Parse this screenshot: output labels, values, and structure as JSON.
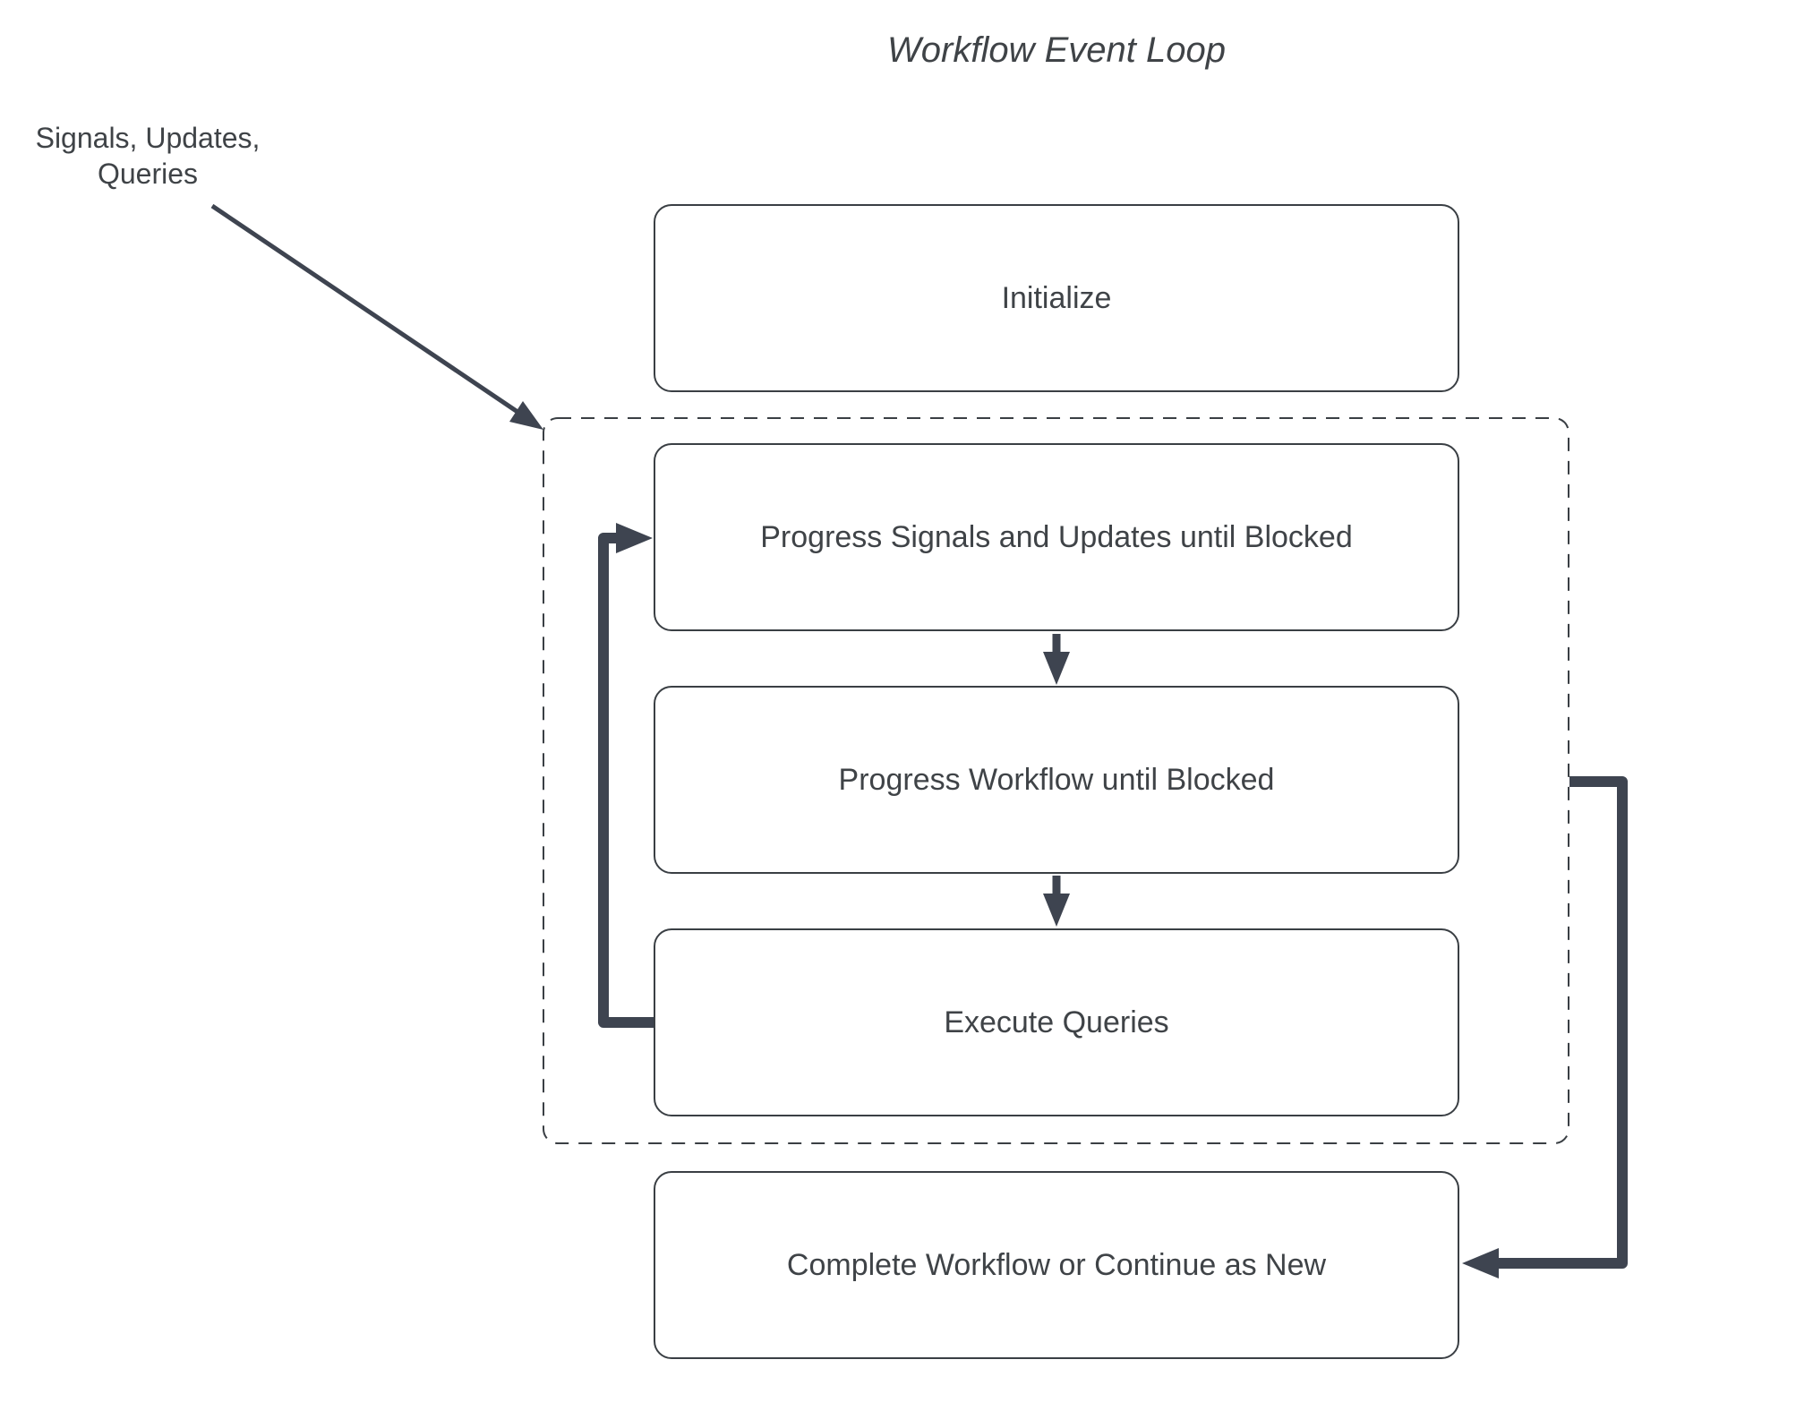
{
  "title": "Workflow Event Loop",
  "floating_label": "Signals, Updates,\nQueries",
  "boxes": {
    "initialize": "Initialize",
    "progress_signals": "Progress Signals and Updates until Blocked",
    "progress_workflow": "Progress Workflow until Blocked",
    "execute_queries": "Execute Queries",
    "complete": "Complete Workflow or Continue as New"
  },
  "icons": {
    "signals_input_arrow": "diagonal-arrow",
    "step_arrows": "down-arrow",
    "loop_back_arrow": "left-loop-arrow",
    "continue_arrow": "right-loop-arrow"
  },
  "colors": {
    "arrow": "#3e4450",
    "border": "#3a3f44",
    "text": "#3f4347",
    "background": "#ffffff"
  }
}
